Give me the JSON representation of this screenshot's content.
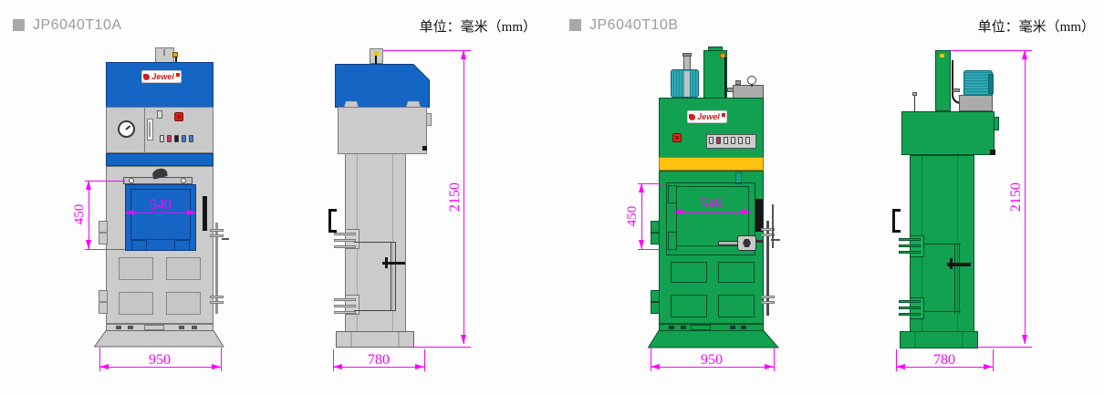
{
  "panels": [
    {
      "model": "JP6040T10A",
      "unit_label": "单位：毫米（mm）",
      "brand": "Jewel",
      "machine_color": "#1565C4",
      "dims": {
        "door_height_mm": "450",
        "door_width_mm": "540",
        "body_width_mm": "950",
        "body_depth_mm": "780",
        "body_height_mm": "2150"
      }
    },
    {
      "model": "JP6040T10B",
      "unit_label": "单位：毫米（mm）",
      "brand": "Jewel",
      "machine_color": "#12A150",
      "dims": {
        "door_height_mm": "450",
        "door_width_mm": "540",
        "body_width_mm": "950",
        "body_depth_mm": "780",
        "body_height_mm": "2150"
      }
    }
  ],
  "colors": {
    "accent_blue": "#1565C4",
    "accent_green": "#12A150",
    "band_yellow": "#FFC20E",
    "motor_teal": "#2FAAB4",
    "dimension_magenta": "#FF00FF",
    "body_gray": "#CBCBCB",
    "logo_red": "#D02020",
    "estop_red": "#D8251E",
    "header_gray": "#9C9C9C"
  }
}
